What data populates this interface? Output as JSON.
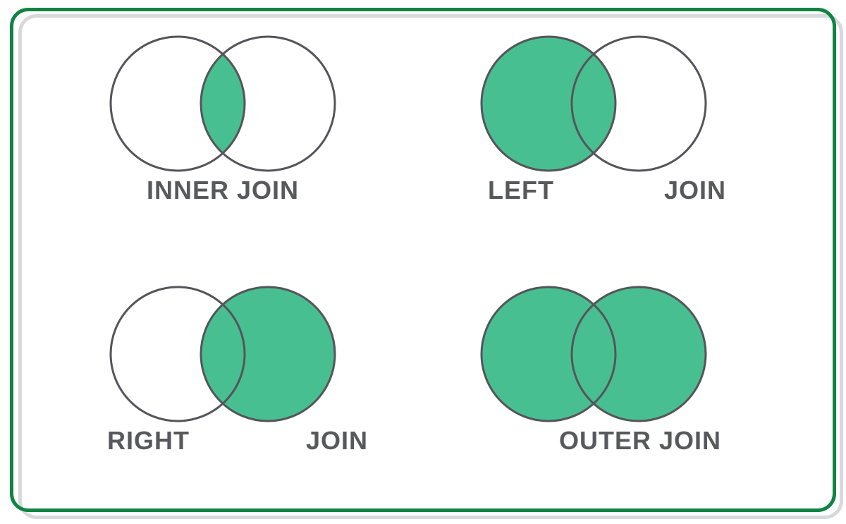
{
  "colors": {
    "card_border": "#108443",
    "card_shadow": "#d8d9da",
    "venn_fill": "#48bf91",
    "venn_stroke": "#54555a",
    "label_text": "#58595c",
    "background": "#ffffff"
  },
  "panels": [
    {
      "id": "inner-join",
      "label": "INNER JOIN",
      "filled_region": "intersection"
    },
    {
      "id": "left-join",
      "label_left": "LEFT",
      "label_right": "JOIN",
      "filled_region": "left-circle"
    },
    {
      "id": "right-join",
      "label_left": "RIGHT",
      "label_right": "JOIN",
      "filled_region": "right-circle"
    },
    {
      "id": "outer-join",
      "label": "OUTER JOIN",
      "filled_region": "both-circles"
    }
  ]
}
